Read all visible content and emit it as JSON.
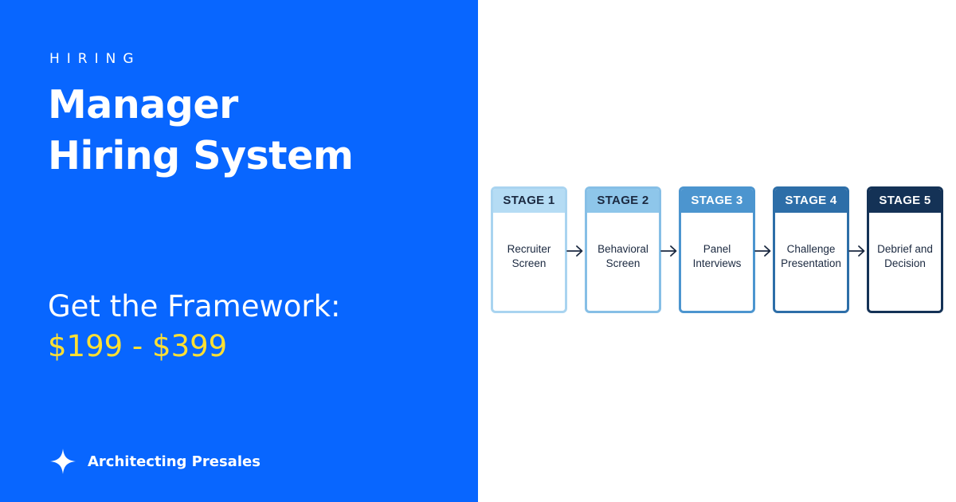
{
  "hero": {
    "eyebrow": "HIRING",
    "title": "Manager Hiring System",
    "cta": "Get the Framework:",
    "price": "$199 - $399",
    "brand": "Architecting Presales",
    "brand_icon": "sparkle-icon"
  },
  "colors": {
    "panel_blue": "#0866ff",
    "price_yellow": "#ffe033"
  },
  "stages": [
    {
      "label": "STAGE 1",
      "name": "Recruiter\nScreen",
      "border": "#a9d4f0",
      "head_bg": "#b5dcf4",
      "head_text": "#1b2940"
    },
    {
      "label": "STAGE 2",
      "name": "Behavioral\nScreen",
      "border": "#86bfe6",
      "head_bg": "#8ec6ea",
      "head_text": "#1b2940"
    },
    {
      "label": "STAGE 3",
      "name": "Panel\nInterviews",
      "border": "#4c95cf",
      "head_bg": "#4c95cf",
      "head_text": "#ffffff"
    },
    {
      "label": "STAGE 4",
      "name": "Challenge\nPresentation",
      "border": "#2d6ea8",
      "head_bg": "#2d6ea8",
      "head_text": "#ffffff"
    },
    {
      "label": "STAGE 5",
      "name": "Debrief and\nDecision",
      "border": "#143256",
      "head_bg": "#143256",
      "head_text": "#ffffff"
    }
  ]
}
